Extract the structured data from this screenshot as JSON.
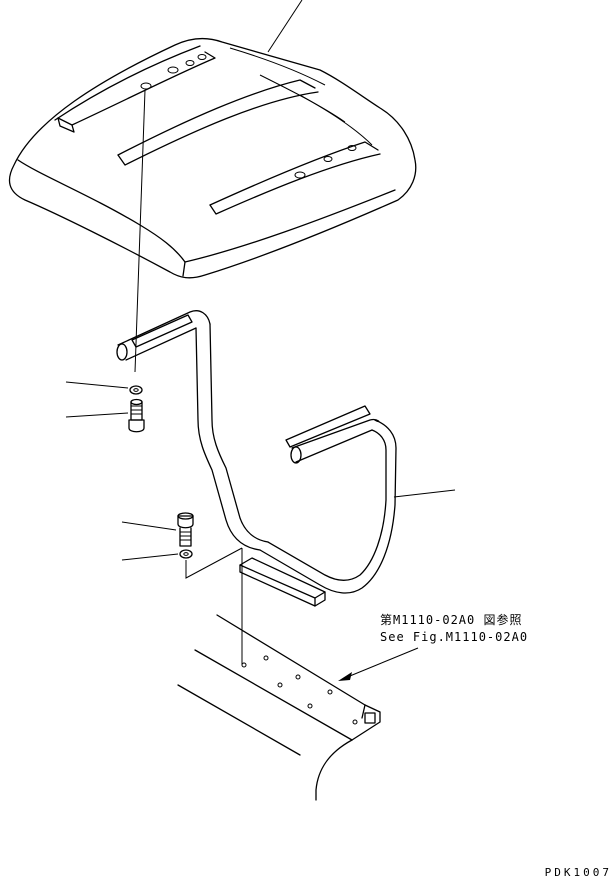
{
  "diagram": {
    "reference_note_jp": "第M1110-02A0 図参照",
    "reference_note_en": "See Fig.M1110-02A0",
    "drawing_code": "PDK1007"
  }
}
